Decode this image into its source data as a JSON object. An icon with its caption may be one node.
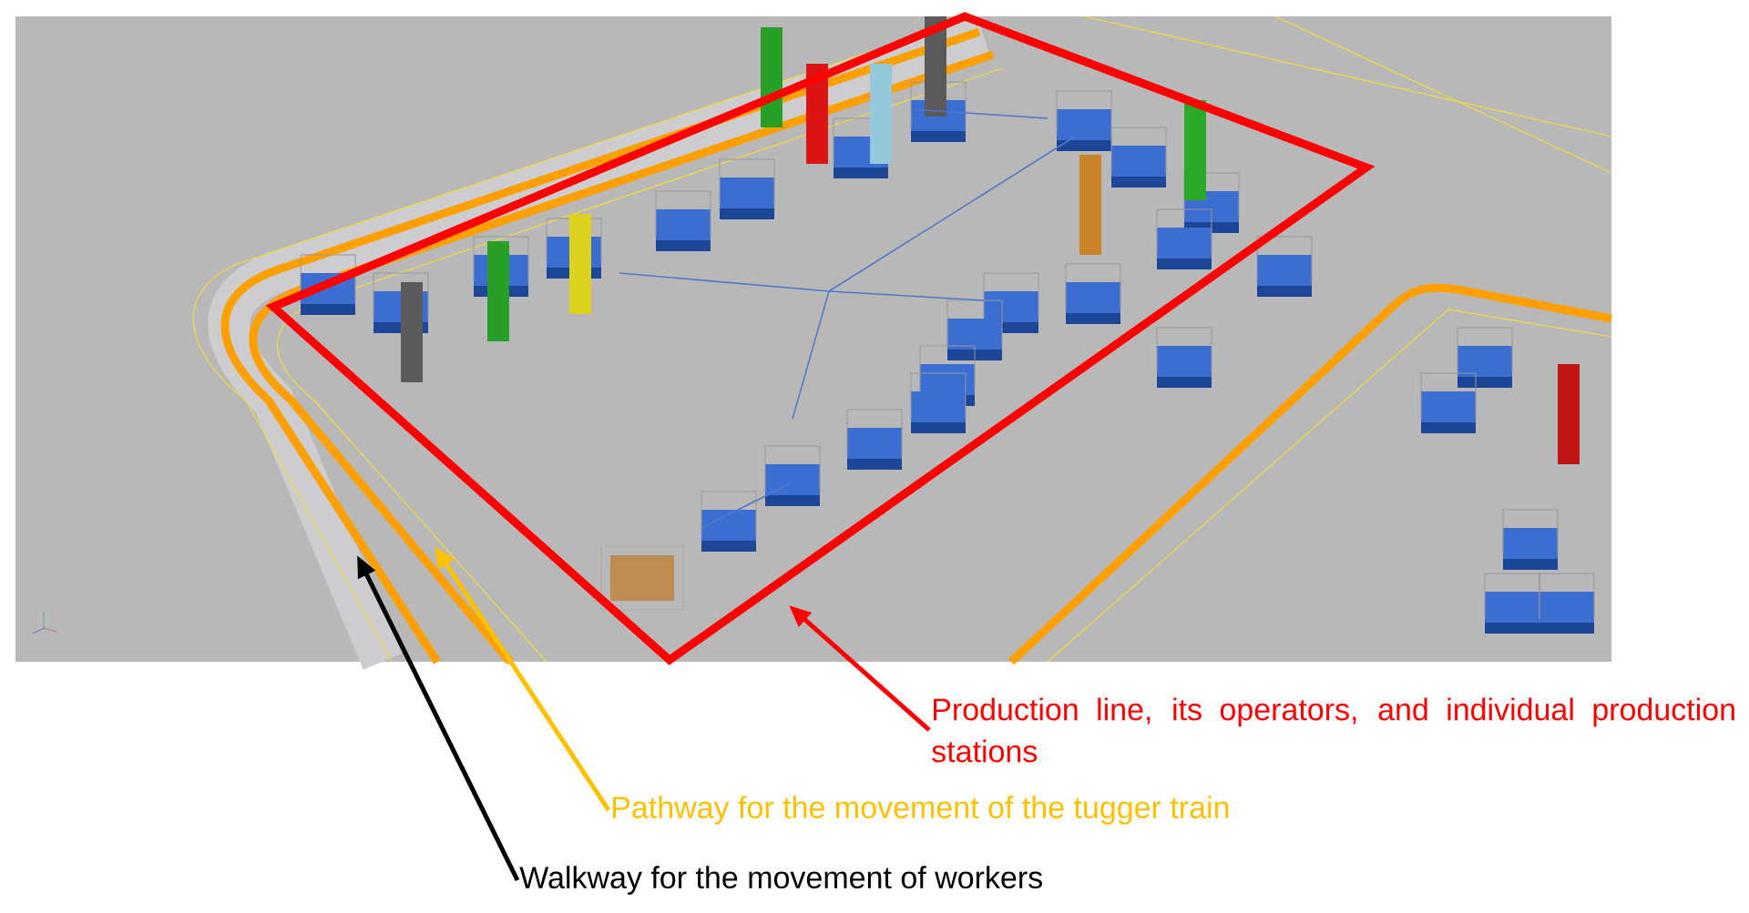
{
  "diagram": {
    "nodes": [
      {
        "text": [
          "Production line, its operators, and individual production stations"
        ]
      },
      {
        "text": [
          "Pathway for the movement of the tugger train"
        ]
      },
      {
        "text": [
          "Walkway for the movement of workers"
        ]
      }
    ],
    "edges": [
      {
        "from": 0,
        "to": null,
        "arrow": "to",
        "color": "#ff0000"
      },
      {
        "from": 1,
        "to": null,
        "arrow": "to",
        "color": "#ffc000"
      },
      {
        "from": 2,
        "to": null,
        "arrow": "to",
        "color": "#000000"
      }
    ]
  }
}
